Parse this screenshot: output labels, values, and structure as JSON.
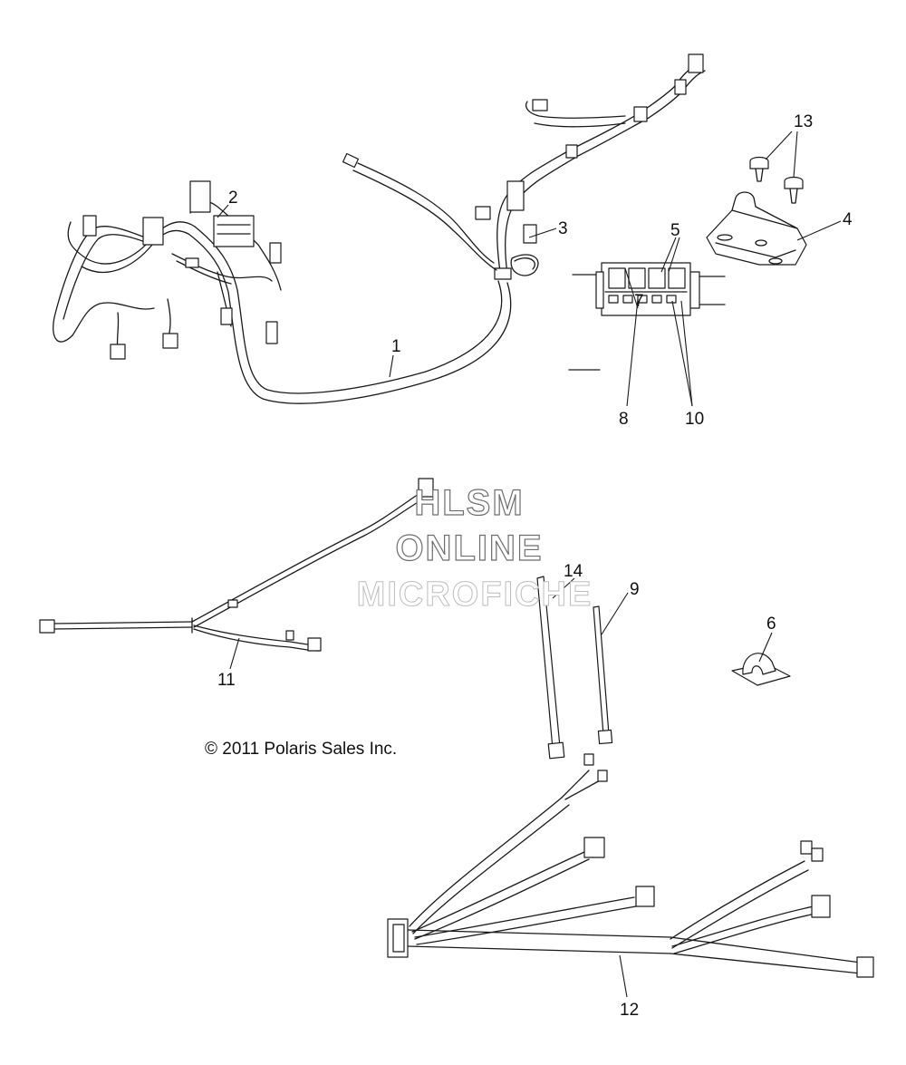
{
  "callouts": [
    "1",
    "2",
    "3",
    "4",
    "5",
    "6",
    "7",
    "8",
    "9",
    "10",
    "11",
    "12",
    "13",
    "14"
  ],
  "watermark": {
    "line1": "HLSM",
    "line2": "ONLINE",
    "line3": "MICROFICHE"
  },
  "copyright": "© 2011 Polaris Sales Inc.",
  "colors": {
    "line": "#1a1a1a",
    "background": "#ffffff",
    "watermark_outline": "#6e6e6e"
  }
}
